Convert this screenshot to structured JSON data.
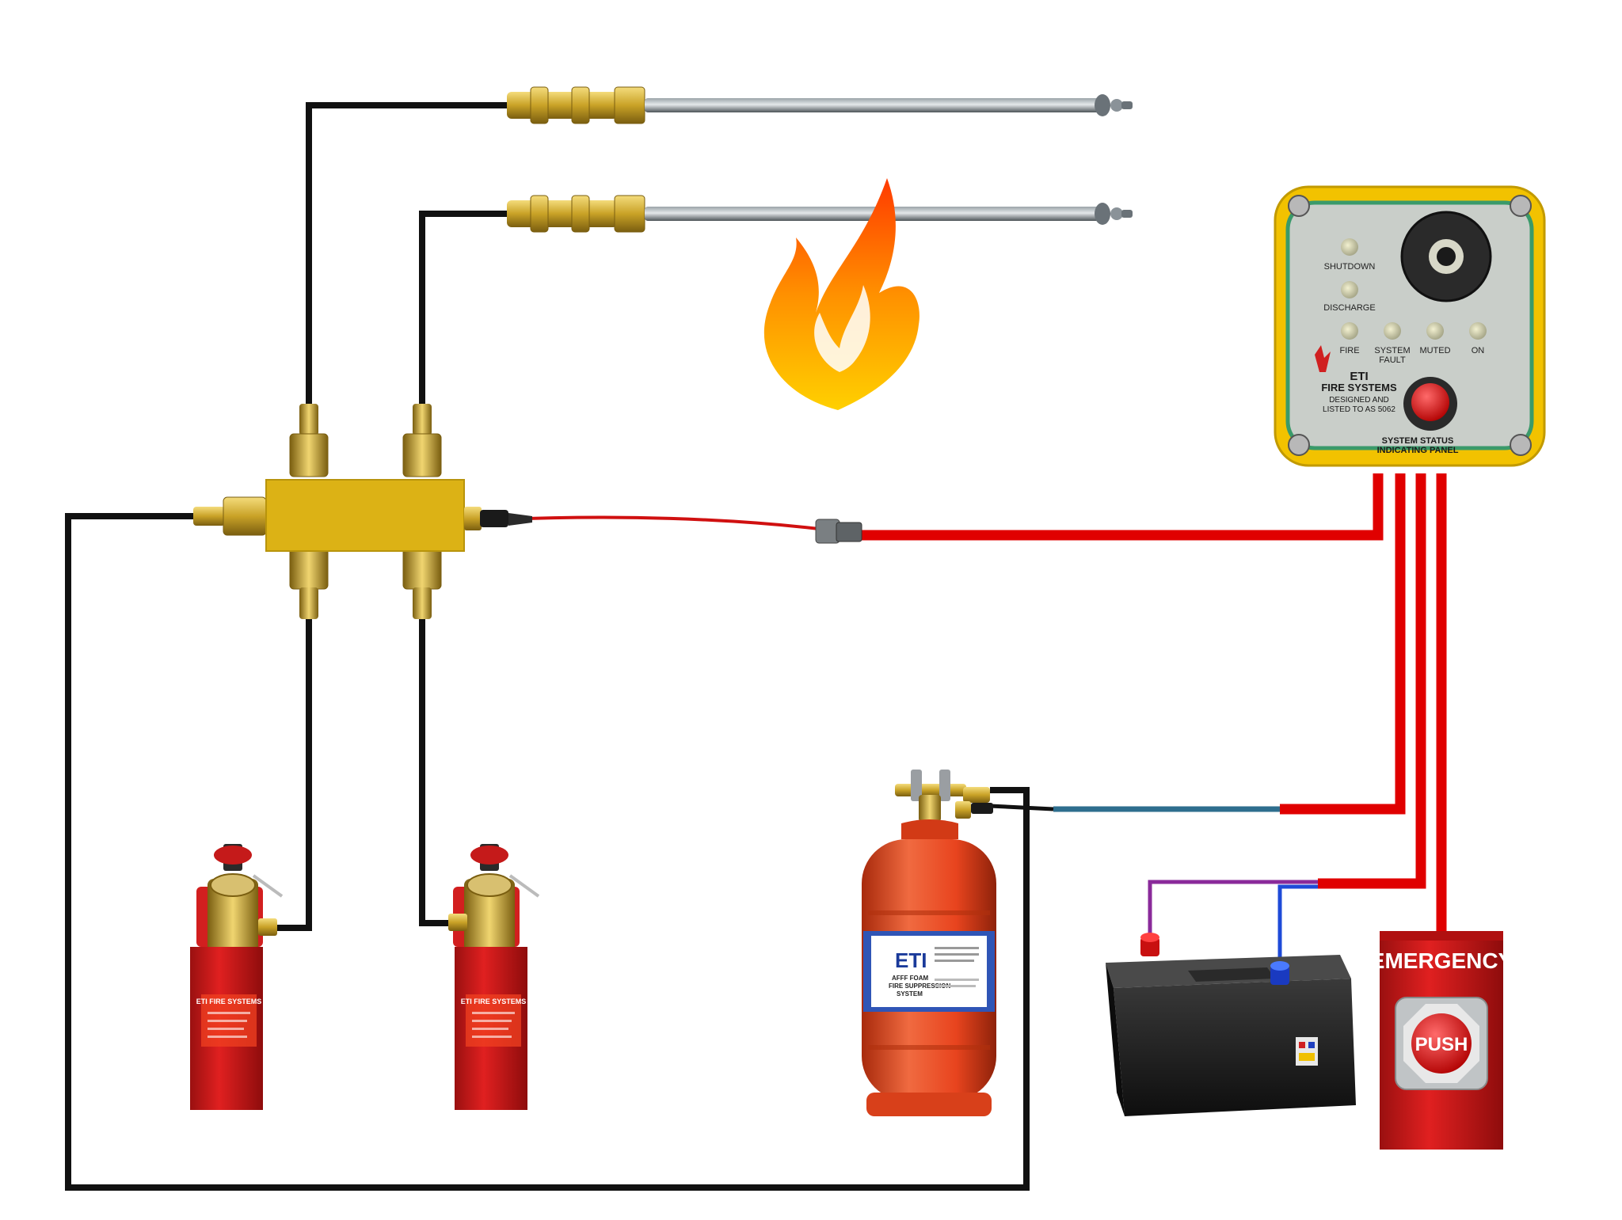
{
  "panel": {
    "led_labels": {
      "shutdown": "SHUTDOWN",
      "discharge": "DISCHARGE",
      "fire": "FIRE",
      "system": "SYSTEM",
      "fault": "FAULT",
      "muted": "MUTED",
      "on": "ON"
    },
    "brand": {
      "line1": "ETI",
      "line2": "FIRE SYSTEMS",
      "line3": "DESIGNED AND",
      "line4": "LISTED TO AS 5062"
    },
    "title": {
      "line1": "SYSTEM STATUS",
      "line2": "INDICATING PANEL"
    }
  },
  "cylinder": {
    "brand": "ETI",
    "label_line1": "AFFF FOAM",
    "label_line2": "FIRE SUPPRESSION",
    "label_line3": "SYSTEM"
  },
  "actuators": {
    "brand": "ETI FIRE SYSTEMS"
  },
  "emergency": {
    "header": "EMERGENCY",
    "button": "PUSH"
  },
  "colors": {
    "tube_black": "#111111",
    "wire_red": "#e00000",
    "wire_blue": "#2e6e8e",
    "brass": "#c9a227",
    "manifold": "#dcb215",
    "panel_frame": "#f2c200",
    "panel_face": "#c9cec9",
    "cylinder_orange": "#e8441e",
    "flame_orange": "#ff8a00",
    "battery_body": "#1b1b1b"
  }
}
